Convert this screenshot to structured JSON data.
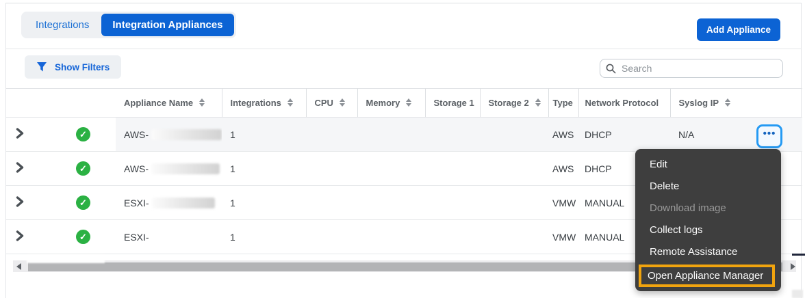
{
  "tabs": [
    {
      "label": "Integrations",
      "active": false
    },
    {
      "label": "Integration Appliances",
      "active": true
    }
  ],
  "header": {
    "add_button_label": "Add Appliance"
  },
  "toolbar": {
    "show_filters_label": "Show Filters",
    "search_placeholder": "Search",
    "search_value": ""
  },
  "table": {
    "columns": {
      "name": "Appliance Name",
      "integrations": "Integrations",
      "cpu": "CPU",
      "memory": "Memory",
      "storage1": "Storage 1",
      "storage2": "Storage 2",
      "type": "Type",
      "protocol": "Network Protocol",
      "syslog": "Syslog IP"
    },
    "rows": [
      {
        "status": "ok",
        "name": "AWS-",
        "integrations": "1",
        "type": "AWS",
        "protocol": "DHCP",
        "syslog": "N/A"
      },
      {
        "status": "ok",
        "name": "AWS-",
        "integrations": "1",
        "type": "AWS",
        "protocol": "DHCP",
        "syslog": ""
      },
      {
        "status": "ok",
        "name": "ESXI-",
        "integrations": "1",
        "type": "VMW",
        "protocol": "MANUAL",
        "syslog": ""
      },
      {
        "status": "ok",
        "name": "ESXI-",
        "integrations": "1",
        "type": "VMW",
        "protocol": "MANUAL",
        "syslog": ""
      }
    ],
    "status_check_glyph": "✓",
    "actions_button_glyph": "•••"
  },
  "context_menu": {
    "items": [
      {
        "label": "Edit",
        "disabled": false,
        "highlighted": false
      },
      {
        "label": "Delete",
        "disabled": false,
        "highlighted": false
      },
      {
        "label": "Download image",
        "disabled": true,
        "highlighted": false
      },
      {
        "label": "Collect logs",
        "disabled": false,
        "highlighted": false
      },
      {
        "label": "Remote Assistance",
        "disabled": false,
        "highlighted": false
      },
      {
        "label": "Open Appliance Manager",
        "disabled": false,
        "highlighted": true
      }
    ]
  },
  "colors": {
    "accent_blue": "#0c63d4",
    "link_blue": "#1a6fd4",
    "menu_background": "#3e3e3e",
    "highlight_orange": "#f1a40e",
    "status_green": "#2bb143",
    "actions_border_blue": "#259af3"
  }
}
